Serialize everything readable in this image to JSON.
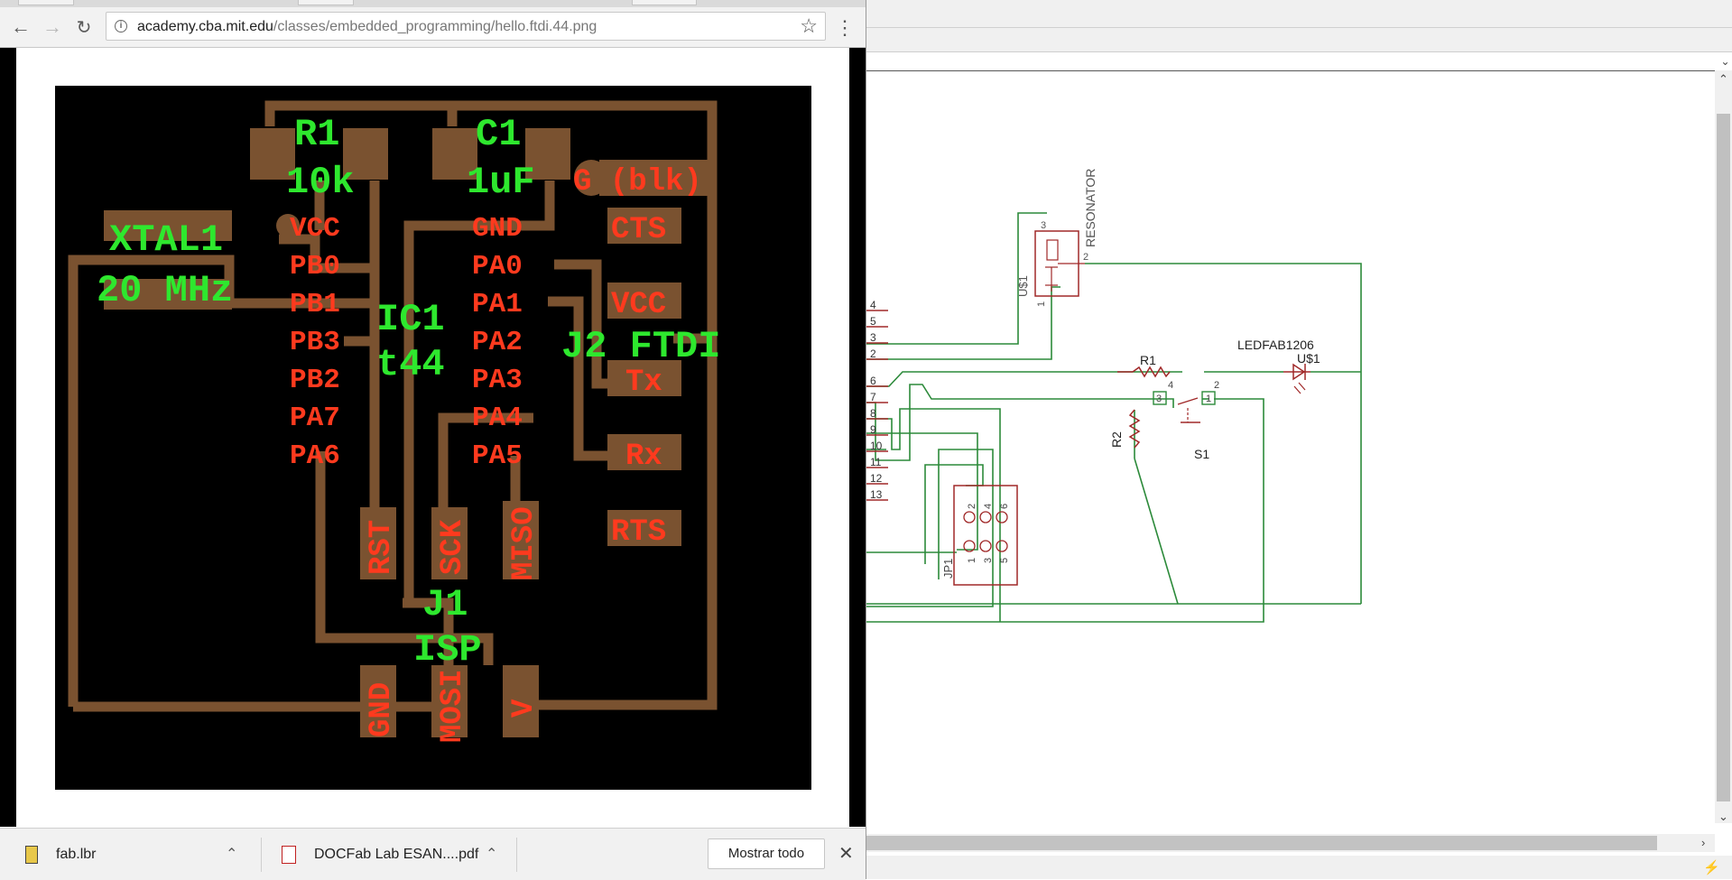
{
  "browser": {
    "url_host": "academy.cba.mit.edu",
    "url_path": "/classes/embedded_programming/hello.ftdi.44.png"
  },
  "pcb": {
    "components": [
      {
        "label": "R1",
        "value": "10k"
      },
      {
        "label": "C1",
        "value": "1uF"
      },
      {
        "label": "XTAL1",
        "value": "20 MHz"
      },
      {
        "label": "IC1",
        "value": "t44"
      },
      {
        "label": "J2 FTDI"
      },
      {
        "label": "J1",
        "value": "ISP"
      }
    ],
    "pins_left": [
      "VCC",
      "PB0",
      "PB1",
      "PB3",
      "PB2",
      "PA7",
      "PA6"
    ],
    "pins_right": [
      "GND",
      "PA0",
      "PA1",
      "PA2",
      "PA3",
      "PA4",
      "PA5"
    ],
    "ftdi_pads": [
      "G (blk)",
      "CTS",
      "VCC",
      "Tx",
      "Rx",
      "RTS"
    ],
    "isp_pads": [
      "RST",
      "SCK",
      "MISO",
      "GND",
      "MOSI",
      "V"
    ]
  },
  "downloads": {
    "items": [
      {
        "name": "fab.lbr"
      },
      {
        "name": "DOCFab Lab ESAN....pdf"
      }
    ],
    "show_all": "Mostrar todo"
  },
  "schematic": {
    "labels": {
      "resonator": "RESONATOR",
      "u1": "U$1",
      "r1": "R1",
      "r2": "R2",
      "led_value": "LEDFAB1206",
      "led_name": "U$1",
      "s1": "S1",
      "jp1": "JP1"
    },
    "pin_numbers": [
      "4",
      "5",
      "3",
      "2",
      "6",
      "7",
      "8",
      "9",
      "10",
      "11",
      "12",
      "13"
    ],
    "resonator_pins": [
      "3",
      "2",
      "1"
    ],
    "switch_pins": [
      "4",
      "2",
      "3",
      "1"
    ],
    "header_pins_top": [
      "2",
      "4",
      "6"
    ],
    "header_pins_bottom": [
      "1",
      "3",
      "5"
    ]
  },
  "colors": {
    "pcb_background": "#000000",
    "copper": "#7a5230",
    "pad_label": "#ff3a1e",
    "component_label": "#2ee82e",
    "wire": "#2c8a3a",
    "part": "#a02828"
  }
}
